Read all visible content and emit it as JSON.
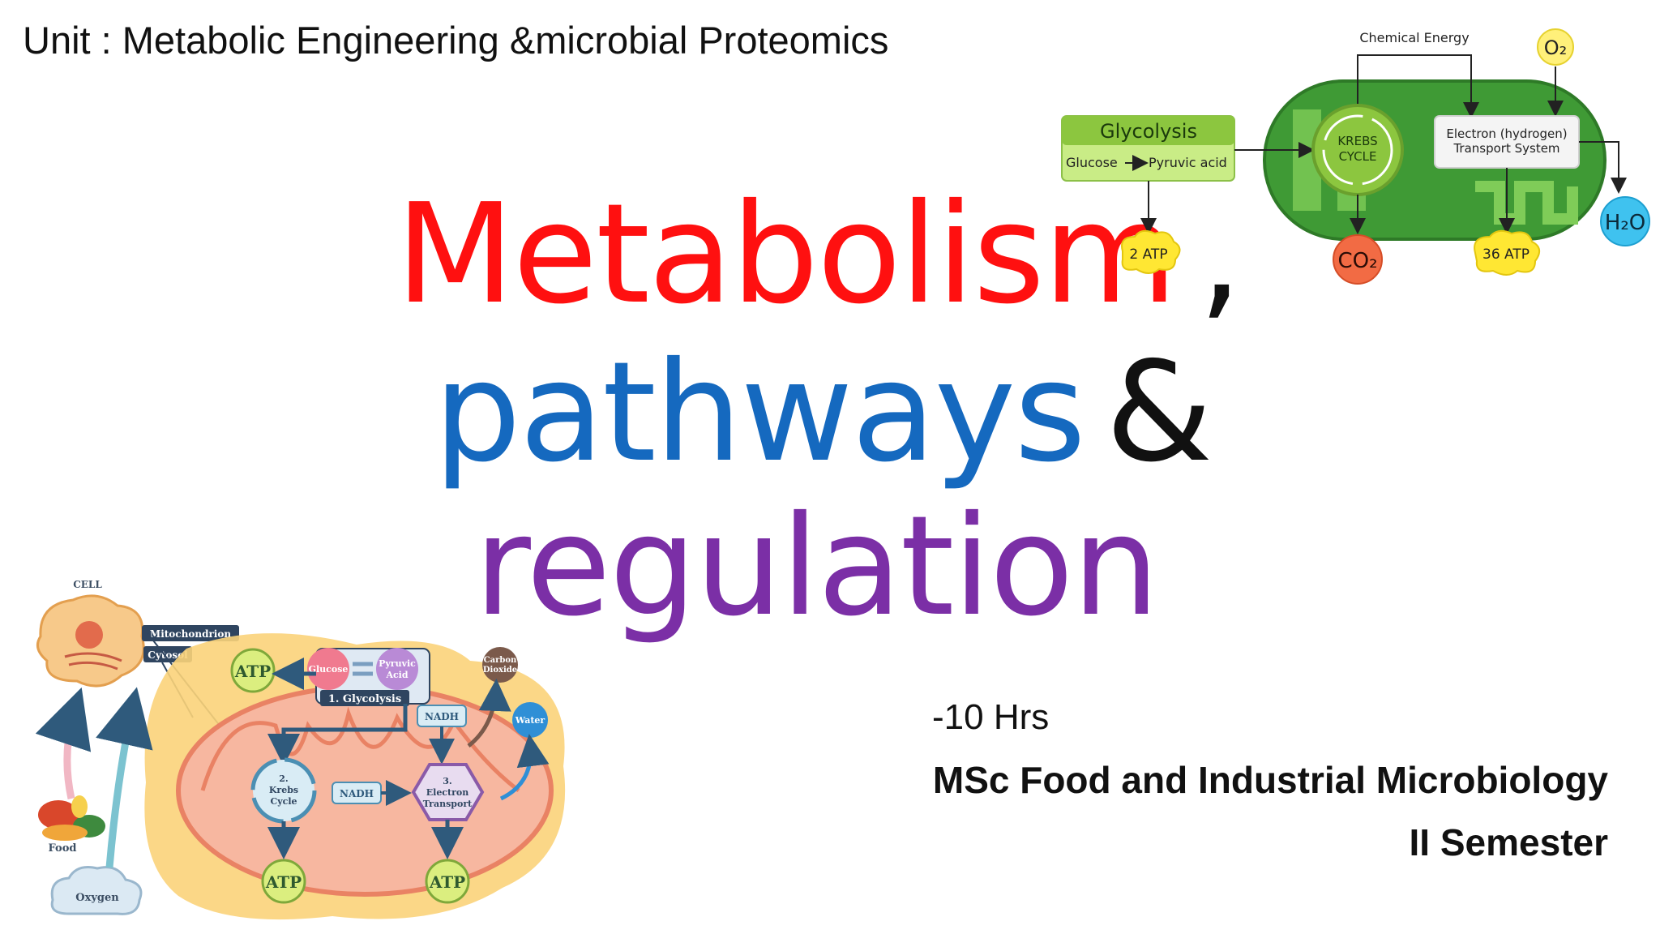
{
  "unit": "Unit : Metabolic Engineering &microbial Proteomics",
  "title": {
    "word1": "Metabolism",
    "comma": ",",
    "word2": "pathways",
    "amp": "&",
    "word3": "regulation"
  },
  "hours": "-10 Hrs",
  "course": "MSc Food and Industrial Microbiology",
  "semester": "II Semester",
  "top_diagram": {
    "chemical_energy": "Chemical Energy",
    "o2": "O₂",
    "glycolysis": "Glycolysis",
    "glucose": "Glucose",
    "pyruvic": "Pyruvic acid",
    "krebs1": "KREBS",
    "krebs2": "CYCLE",
    "etc1": "Electron (hydrogen)",
    "etc2": "Transport System",
    "h2o": "H₂O",
    "atp2": "2 ATP",
    "co2": "CO₂",
    "atp36": "36 ATP"
  },
  "bottom_diagram": {
    "cell": "CELL",
    "mitochondrion": "Mitochondrion",
    "cytosol": "Cytosol",
    "atp": "ATP",
    "glucose": "Glucose",
    "pyruvic1": "Pyruvic",
    "pyruvic2": "Acid",
    "glycolysis": "1. Glycolysis",
    "carbon1": "Carbon",
    "carbon2": "Dioxide",
    "nadh": "NADH",
    "water": "Water",
    "krebs1": "2.",
    "krebs2": "Krebs",
    "krebs3": "Cycle",
    "etc1": "3.",
    "etc2": "Electron",
    "etc3": "Transport",
    "food": "Food",
    "oxygen": "Oxygen"
  },
  "colors": {
    "metabolism": "#ff1010",
    "pathways": "#1569bf",
    "regulation": "#7b2fa6"
  }
}
